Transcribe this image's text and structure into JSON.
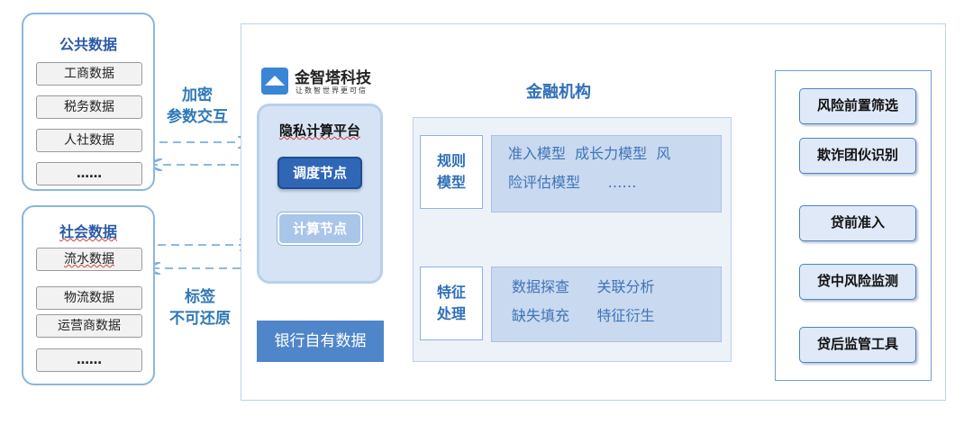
{
  "public_panel": {
    "title": "公共数据",
    "items": [
      "工商数据",
      "税务数据",
      "人社数据",
      "……"
    ]
  },
  "social_panel": {
    "title": "社会数据",
    "items": [
      "流水数据",
      "物流数据",
      "运营商数据",
      "……"
    ]
  },
  "arrow_labels": {
    "encrypt_line1": "加密",
    "encrypt_line2": "参数交互",
    "tag_line1": "标签",
    "tag_line2": "不可还原"
  },
  "logo": {
    "name": "金智塔科技",
    "slogan": "让数智世界更可信"
  },
  "platform": {
    "title": "隐私计算平台",
    "schedule_node": "调度节点",
    "compute_node": "计算节点"
  },
  "bank_data": "银行自有数据",
  "institution": {
    "title": "金融机构",
    "rules_label": "规则\n模型",
    "rules_line1": "准入模型  成长力模型  风",
    "rules_line2": "险评估模型      ……",
    "feature_label": "特征\n处理",
    "feature_line1": "数据探查      关联分析",
    "feature_line2": "缺失填充      特征衍生"
  },
  "outputs": [
    "风险前置筛选",
    "欺诈团伙识别",
    "贷前准入",
    "贷中风险监测",
    "贷后监管工具"
  ],
  "colors": {
    "accent": "#2f6fb8",
    "arrow_blue": "#3d7cc9",
    "dash": "#7eaee0",
    "panel_border": "#8ab6de"
  }
}
